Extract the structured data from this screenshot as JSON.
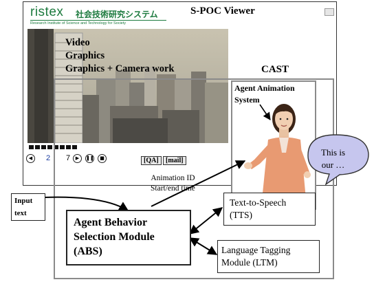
{
  "viewer": {
    "title": "S-POC Viewer",
    "logo_text": "ristex",
    "logo_japanese": "社会技術研究システム",
    "logo_subtitle": "Research Institute of Science and Technology for Society",
    "video_lines": [
      "Video",
      "Graphics",
      "Graphics + Camera work"
    ],
    "page_current": "2",
    "page_total": "7",
    "qa_button": "QA",
    "mail_button": "mail"
  },
  "cast": {
    "label": "CAST",
    "agent_system": [
      "Agent Animation",
      "System"
    ],
    "speech_bubble": [
      "This is",
      "our …"
    ]
  },
  "input": {
    "label": [
      "Input",
      "text"
    ]
  },
  "abs_module": {
    "label": [
      "Agent Behavior",
      "Selection Module",
      "(ABS)"
    ]
  },
  "tts_module": {
    "label": [
      "Text-to-Speech",
      "(TTS)"
    ]
  },
  "ltm_module": {
    "label": [
      "Language Tagging",
      "Module (LTM)"
    ]
  },
  "animation_annotation": [
    "Animation ID",
    "Start/end time"
  ],
  "colors": {
    "logo": "#1c7a3e",
    "bubble_fill": "#c6c6ee",
    "cast_border": "#8a8a8a"
  }
}
